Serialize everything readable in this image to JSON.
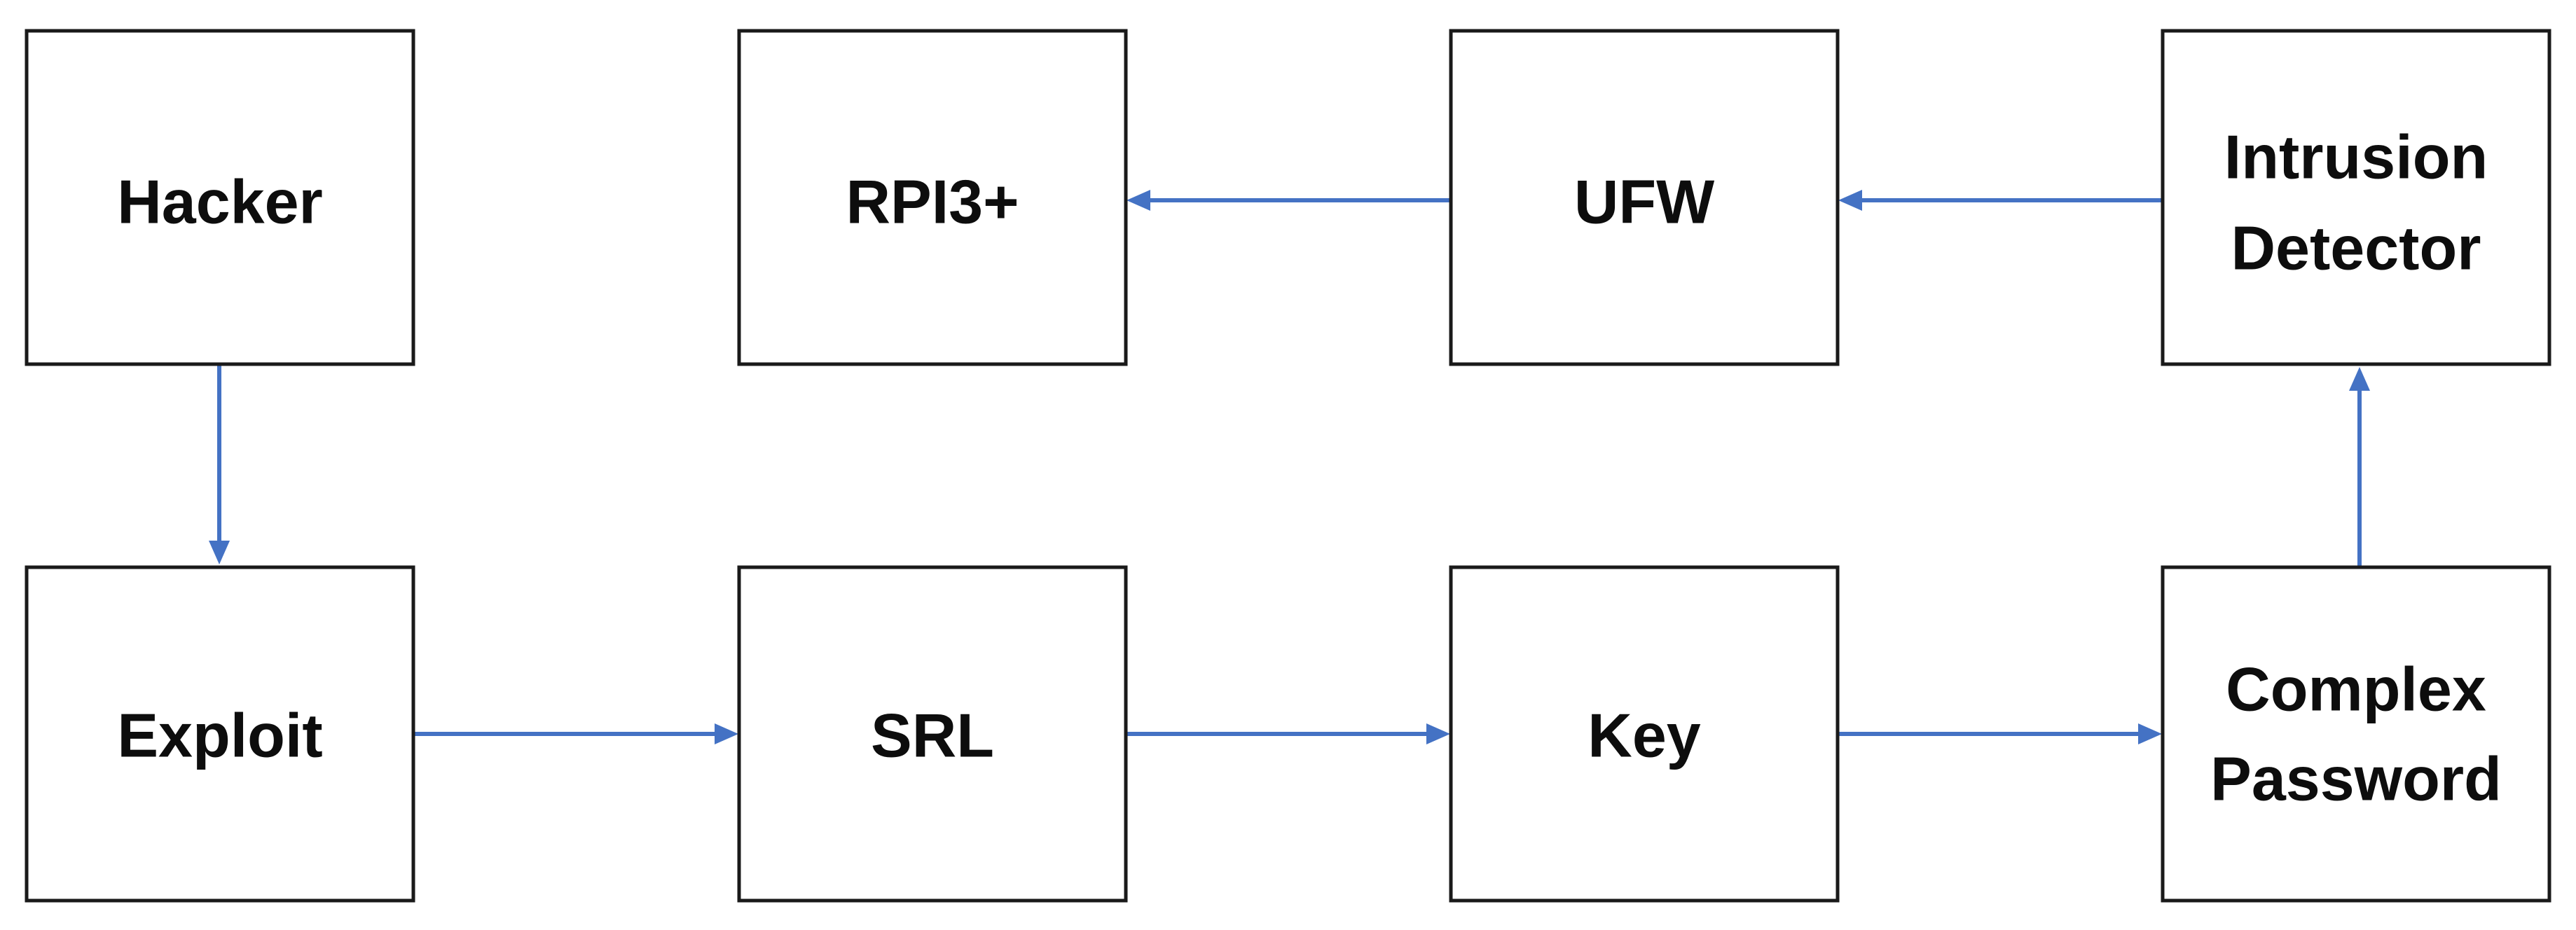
{
  "colors": {
    "box_border": "#1a1a1a",
    "box_fill": "#ffffff",
    "text": "#0d0d0d",
    "arrow": "#4472c4",
    "background": "#ffffff"
  },
  "nodes": {
    "hacker": {
      "lines": [
        "Hacker"
      ]
    },
    "rpi": {
      "lines": [
        "RPI3+"
      ]
    },
    "ufw": {
      "lines": [
        "UFW"
      ]
    },
    "intrusion_detector": {
      "lines": [
        "Intrusion",
        "Detector"
      ]
    },
    "exploit": {
      "lines": [
        "Exploit"
      ]
    },
    "srl": {
      "lines": [
        "SRL"
      ]
    },
    "key": {
      "lines": [
        "Key"
      ]
    },
    "complex_password": {
      "lines": [
        "Complex",
        "Password"
      ]
    }
  },
  "edges": [
    {
      "from": "hacker",
      "to": "exploit"
    },
    {
      "from": "exploit",
      "to": "srl"
    },
    {
      "from": "srl",
      "to": "key"
    },
    {
      "from": "key",
      "to": "complex_password"
    },
    {
      "from": "complex_password",
      "to": "intrusion_detector"
    },
    {
      "from": "intrusion_detector",
      "to": "ufw"
    },
    {
      "from": "ufw",
      "to": "rpi"
    }
  ]
}
